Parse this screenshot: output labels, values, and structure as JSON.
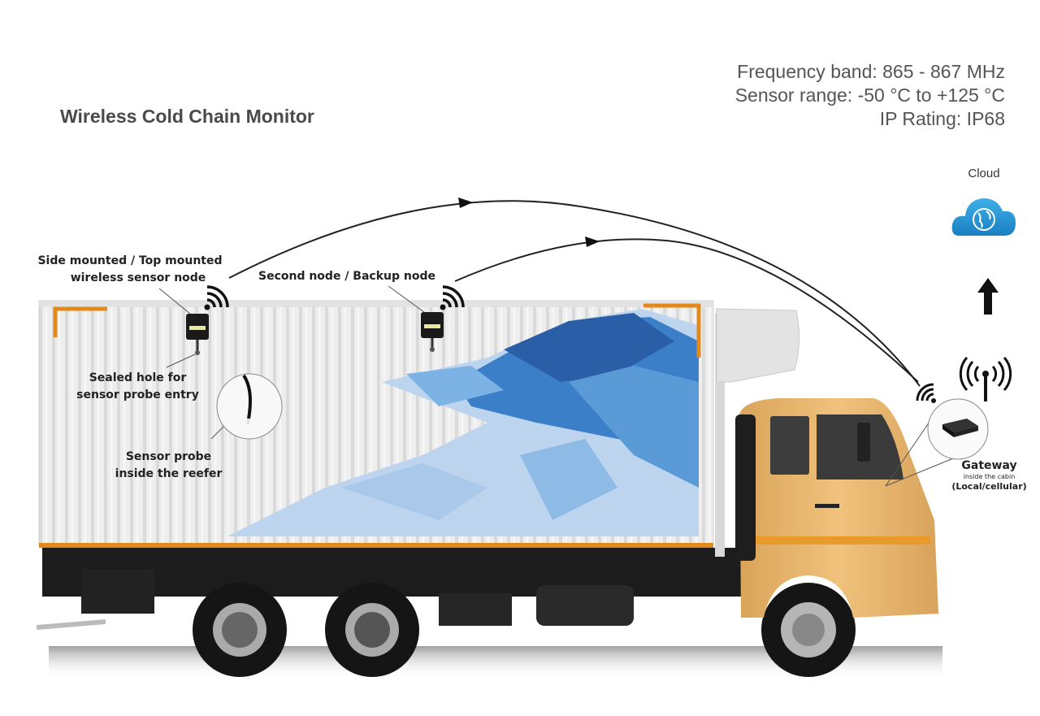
{
  "title": "Wireless Cold Chain Monitor",
  "specs": {
    "frequency_band": "Frequency band: 865 - 867 MHz",
    "sensor_range": "Sensor range: -50 °C  to +125 °C",
    "ip_rating": "IP Rating: IP68"
  },
  "labels": {
    "node1_line1": "Side mounted / Top mounted",
    "node1_line2": "wireless sensor node",
    "node2": "Second node / Backup node",
    "hole_line1": "Sealed hole for",
    "hole_line2": "sensor probe entry",
    "probe_line1": "Sensor probe",
    "probe_line2": "inside the reefer",
    "cloud": "Cloud",
    "gateway_title": "Gateway",
    "gateway_sub": "inside the cabin",
    "gateway_net": "(Local/cellular)"
  },
  "icons": {
    "cloud": "cloud-globe-icon",
    "upload_arrow": "arrow-up-icon",
    "antenna": "antenna-broadcast-icon",
    "wifi": "wifi-signal-icon"
  },
  "colors": {
    "cloud_blue": "#1e8fd0",
    "cab_yellow": "#e8b566",
    "container_trim": "#e08a1e",
    "livery_blue": "#3a7fc8"
  }
}
